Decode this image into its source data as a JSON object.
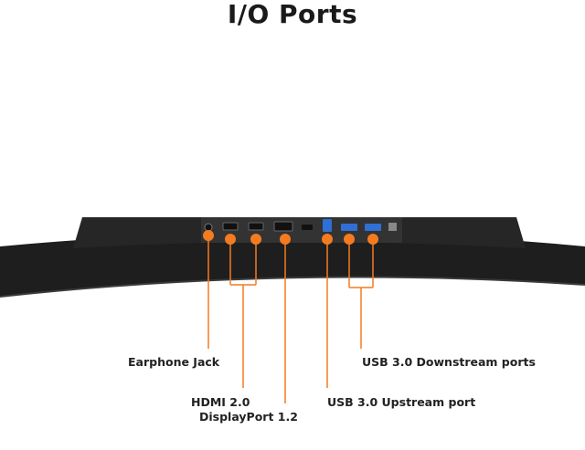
{
  "title": "I/O Ports",
  "colors": {
    "accent": "#f47b20",
    "monitor_body": "#1e1e1e",
    "panel": "#2a2a2a",
    "usb_blue": "#2f6fd6"
  },
  "callouts": {
    "earphone": "Earphone Jack",
    "hdmi": "HDMI 2.0",
    "displayport": "DisplayPort 1.2",
    "usb_upstream": "USB 3.0 Upstream port",
    "usb_downstream": "USB 3.0 Downstream ports"
  }
}
